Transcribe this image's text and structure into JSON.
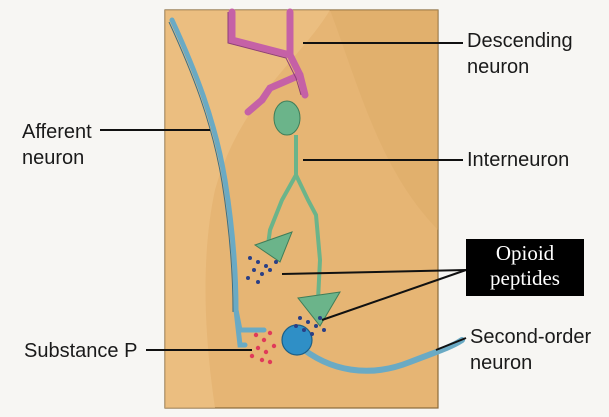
{
  "labels": {
    "descending_neuron": [
      "Descending",
      "neuron"
    ],
    "afferent_neuron": [
      "Afferent",
      "neuron"
    ],
    "interneuron": "Interneuron",
    "opioid_peptides": [
      "Opioid",
      "peptides"
    ],
    "substance_p": "Substance P",
    "second_order_neuron": [
      "Second-order",
      "neuron"
    ]
  },
  "colors": {
    "background": "#f7f6f3",
    "panel_fill": "#e9b877",
    "panel_dark": "#d9a35e",
    "afferent_neuron": "#6aaac4",
    "descending_neuron": "#c561a6",
    "interneuron": "#6bb48a",
    "opioid_dots": "#2a3f86",
    "substance_p_dots": "#e03a5a",
    "leader_line": "#111111"
  }
}
